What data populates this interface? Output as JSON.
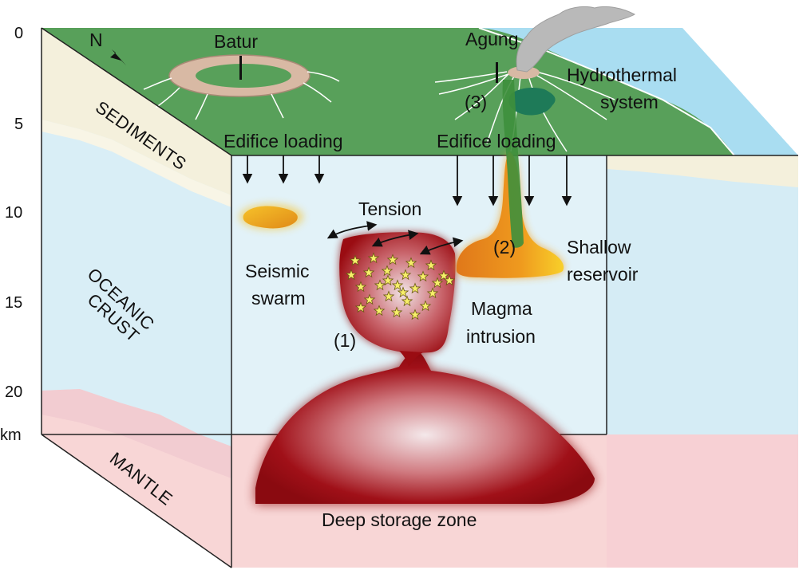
{
  "colors": {
    "surface_green": "#58a05a",
    "sea_blue": "#a9ddf1",
    "sediment": "#f4f0dc",
    "crust": "#d9eef6",
    "crust_layer": "#c9e3ee",
    "mantle": "#f8d6d6",
    "magma_dark": "#9c0c12",
    "magma_light": "#f2e4e6",
    "reservoir_orange": "#e7841c",
    "reservoir_yellow": "#f8d02a",
    "conduit_green": "#3e8f3c",
    "hydrothermal": "#1e7a58",
    "plume_grey": "#b9b9b9",
    "star_yellow": "#f7ef6a"
  },
  "axis": {
    "ticks": [
      "0",
      "5",
      "10",
      "15",
      "20"
    ],
    "unit": "km"
  },
  "labels": {
    "north": "N",
    "batur": "Batur",
    "agung": "Agung",
    "hydrothermal_line1": "Hydrothermal",
    "hydrothermal_line2": "system",
    "marker_3": "(3)",
    "sediments": "SEDIMENTS",
    "edifice_loading_left": "Edifice loading",
    "edifice_loading_right": "Edifice loading",
    "tension": "Tension",
    "marker_2": "(2)",
    "shallow_line1": "Shallow",
    "shallow_line2": "reservoir",
    "seismic_line1": "Seismic",
    "seismic_line2": "swarm",
    "oceanic": "OCEANIC",
    "crust": "CRUST",
    "magma_line1": "Magma",
    "magma_line2": "intrusion",
    "marker_1": "(1)",
    "mantle": "MANTLE",
    "deep_storage": "Deep storage zone"
  }
}
